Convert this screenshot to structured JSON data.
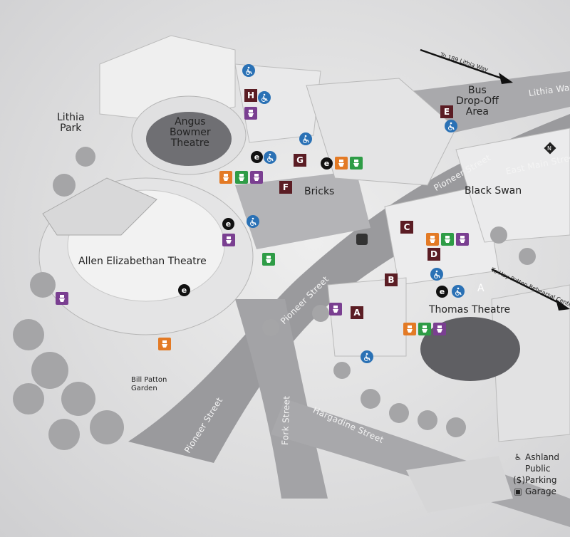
{
  "map": {
    "labels": {
      "lithia_park": "Lithia\nPark",
      "angus_bowmer": "Angus\nBowmer\nTheatre",
      "allen_elizabethan": "Allen Elizabethan Theatre",
      "bricks": "Bricks",
      "black_swan": "Black Swan",
      "thomas_theatre": "Thomas Theatre",
      "bus_dropoff": "Bus\nDrop-Off\nArea",
      "bill_patton": "Bill Patton\nGarden",
      "a_small": "A"
    },
    "streets": {
      "pioneer_1": "Pioneer Street",
      "pioneer_2": "Pioneer Street",
      "pioneer_3": "Pioneer Street",
      "fork": "Fork Street",
      "hargadine": "Hargadine Street",
      "east_main": "East Main Street",
      "lithia_way": "Lithia Way"
    },
    "arrows": {
      "to_lithia": "To 189 Lithia Way",
      "to_hay_patton": "To Hay-Patton Rehearsal Center"
    },
    "markers": {
      "A": "A",
      "B": "B",
      "C": "C",
      "D": "D",
      "E": "E",
      "F": "F",
      "G": "G",
      "H": "H"
    },
    "elevator_letter": "e",
    "compass": "N",
    "legend": {
      "accessible": "Ashland",
      "public": "Public",
      "parking": "Parking",
      "garage": "Garage",
      "dollar": "($)"
    },
    "colors": {
      "marker": "#5b1d24",
      "restroom_purple": "#7a3f91",
      "restroom_orange": "#e37a25",
      "restroom_green": "#2e9c46",
      "accessible_blue": "#2a71b5"
    },
    "icons": [
      "restroom-icon",
      "wheelchair-icon",
      "elevator-icon",
      "bus-icon",
      "compass-icon"
    ]
  }
}
